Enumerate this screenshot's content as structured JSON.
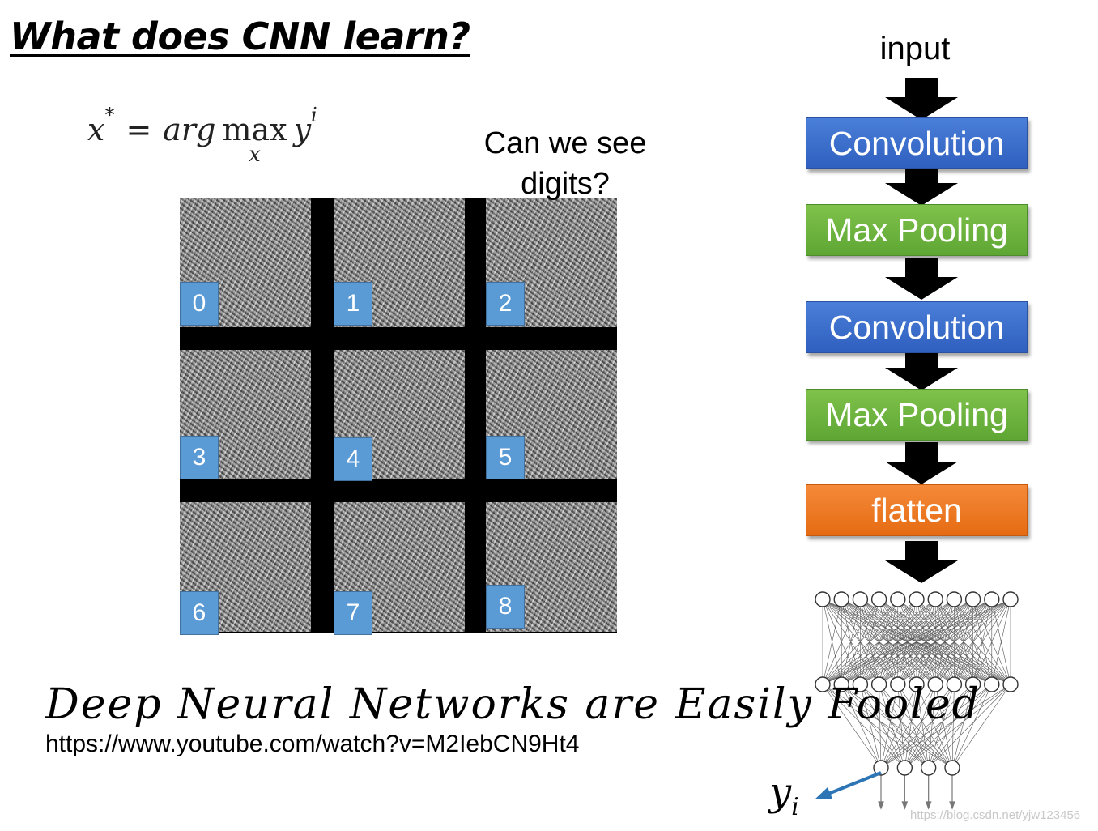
{
  "title": "What does CNN learn?",
  "formula": {
    "lhs": "x",
    "lhs_sup": "*",
    "equals": "=",
    "argmax": "arg",
    "max": "max",
    "max_sub": "x",
    "rhs": "y",
    "rhs_sup": "i"
  },
  "question": "Can we see digits?",
  "digit_labels": [
    "0",
    "1",
    "2",
    "3",
    "4",
    "5",
    "6",
    "7",
    "8"
  ],
  "network": {
    "input_label": "input",
    "layers": [
      {
        "label": "Convolution",
        "kind": "conv",
        "color": "#4472c4"
      },
      {
        "label": "Max Pooling",
        "kind": "pool",
        "color": "#70ad47"
      },
      {
        "label": "Convolution",
        "kind": "conv",
        "color": "#4472c4"
      },
      {
        "label": "Max Pooling",
        "kind": "pool",
        "color": "#70ad47"
      },
      {
        "label": "flatten",
        "kind": "flat",
        "color": "#ed7d31"
      }
    ],
    "output_symbol": "y",
    "output_sub": "i",
    "mlp_layer_sizes": [
      11,
      11,
      4
    ]
  },
  "paper_title": "Deep Neural Networks are Easily Fooled",
  "url": "https://www.youtube.com/watch?v=M2IebCN9Ht4",
  "watermark": "https://blog.csdn.net/yjw123456"
}
